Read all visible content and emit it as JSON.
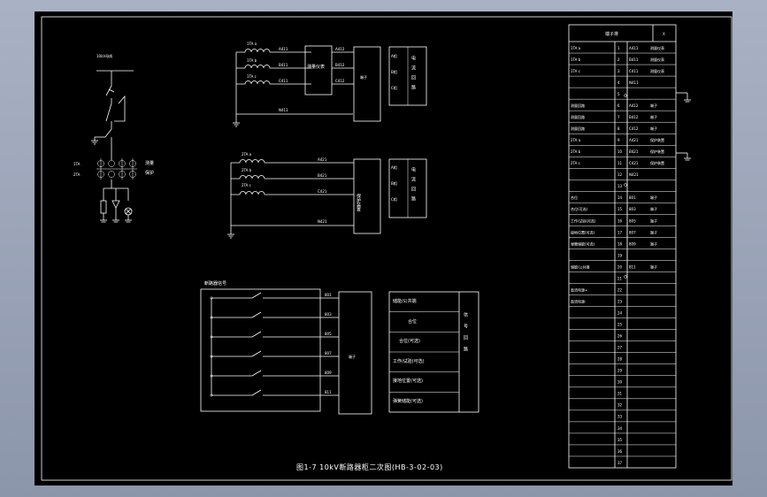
{
  "caption": "图1-7 10kV断路器柜二次图(HB-3-02-03)",
  "primary": {
    "busbar_label": "10kV母线",
    "ct_left_labels": [
      "1TA",
      "2TA"
    ],
    "ct_right_labels": [
      "测量",
      "保护"
    ]
  },
  "meter_circuit": {
    "coil_labels": [
      "1TA a",
      "1TA b",
      "1TA c"
    ],
    "wire_labels": [
      "A411",
      "B411",
      "C411",
      "N411"
    ],
    "out_labels": [
      "A412",
      "B412",
      "C412"
    ],
    "device_label": "测量仪表",
    "box_label": "端子",
    "side_labels": [
      "A相",
      "B相",
      "C相"
    ],
    "panel_text": "电流回路"
  },
  "protect_circuit": {
    "coil_labels": [
      "2TA a",
      "2TA b",
      "2TA c"
    ],
    "wire_labels": [
      "A421",
      "B421",
      "C421",
      "N421"
    ],
    "box_label": "保护装置",
    "side_labels": [
      "A相",
      "B相",
      "C相"
    ],
    "panel_text": "电流回路"
  },
  "signal_circuit": {
    "title": "断路器信号",
    "terminal_labels": [
      "801",
      "803",
      "805",
      "807",
      "809",
      "811"
    ],
    "box_label": "端子",
    "rows": [
      "储能/公共端",
      "合位",
      "合位(可选)",
      "工作/试验(可选)",
      "接地位置(可选)",
      "弹簧储能(可选)"
    ],
    "side_text": "信号回路"
  },
  "terminal_strip": {
    "header_left": "端子排",
    "header_right": "X",
    "rows": [
      {
        "left": "1TA a",
        "num": "1",
        "code": "A411",
        "right": "测量仪表"
      },
      {
        "left": "1TA b",
        "num": "2",
        "code": "B411",
        "right": "测量仪表"
      },
      {
        "left": "1TA c",
        "num": "3",
        "code": "C411",
        "right": "测量仪表"
      },
      {
        "left": "",
        "num": "4",
        "code": "N411",
        "right": ""
      },
      {
        "left": "",
        "num": "5",
        "code": "",
        "right": ""
      },
      {
        "left": "测量回路",
        "num": "6",
        "code": "A412",
        "right": "端子"
      },
      {
        "left": "测量回路",
        "num": "7",
        "code": "B412",
        "right": "端子"
      },
      {
        "left": "测量回路",
        "num": "8",
        "code": "C412",
        "right": "端子"
      },
      {
        "left": "2TA a",
        "num": "9",
        "code": "A421",
        "right": "保护装置"
      },
      {
        "left": "2TA b",
        "num": "10",
        "code": "B421",
        "right": "保护装置"
      },
      {
        "left": "2TA c",
        "num": "11",
        "code": "C421",
        "right": "保护装置"
      },
      {
        "left": "",
        "num": "12",
        "code": "N421",
        "right": ""
      },
      {
        "left": "",
        "num": "13",
        "code": "",
        "right": ""
      },
      {
        "left": "合位",
        "num": "14",
        "code": "801",
        "right": "端子"
      },
      {
        "left": "合位(可选)",
        "num": "15",
        "code": "803",
        "right": "端子"
      },
      {
        "left": "工作/试验(可选)",
        "num": "16",
        "code": "805",
        "right": "端子"
      },
      {
        "left": "接地位置(可选)",
        "num": "17",
        "code": "807",
        "right": "端子"
      },
      {
        "left": "弹簧储能(可选)",
        "num": "18",
        "code": "809",
        "right": "端子"
      },
      {
        "left": "",
        "num": "19",
        "code": "",
        "right": ""
      },
      {
        "left": "储能/公共端",
        "num": "20",
        "code": "811",
        "right": "端子"
      },
      {
        "left": "",
        "num": "21",
        "code": "",
        "right": ""
      },
      {
        "left": "直流电源+",
        "num": "22",
        "code": "",
        "right": ""
      },
      {
        "left": "直流电源-",
        "num": "23",
        "code": "",
        "right": ""
      },
      {
        "left": "",
        "num": "24",
        "code": "",
        "right": ""
      },
      {
        "left": "",
        "num": "25",
        "code": "",
        "right": ""
      },
      {
        "left": "",
        "num": "26",
        "code": "",
        "right": ""
      },
      {
        "left": "",
        "num": "27",
        "code": "",
        "right": ""
      },
      {
        "left": "",
        "num": "28",
        "code": "",
        "right": ""
      },
      {
        "left": "",
        "num": "29",
        "code": "",
        "right": ""
      },
      {
        "left": "",
        "num": "30",
        "code": "",
        "right": ""
      },
      {
        "left": "",
        "num": "31",
        "code": "",
        "right": ""
      },
      {
        "left": "",
        "num": "32",
        "code": "",
        "right": ""
      },
      {
        "left": "",
        "num": "33",
        "code": "",
        "right": ""
      },
      {
        "left": "",
        "num": "34",
        "code": "",
        "right": ""
      },
      {
        "left": "",
        "num": "35",
        "code": "",
        "right": ""
      },
      {
        "left": "",
        "num": "36",
        "code": "",
        "right": ""
      },
      {
        "left": "",
        "num": "37",
        "code": "",
        "right": ""
      }
    ]
  }
}
